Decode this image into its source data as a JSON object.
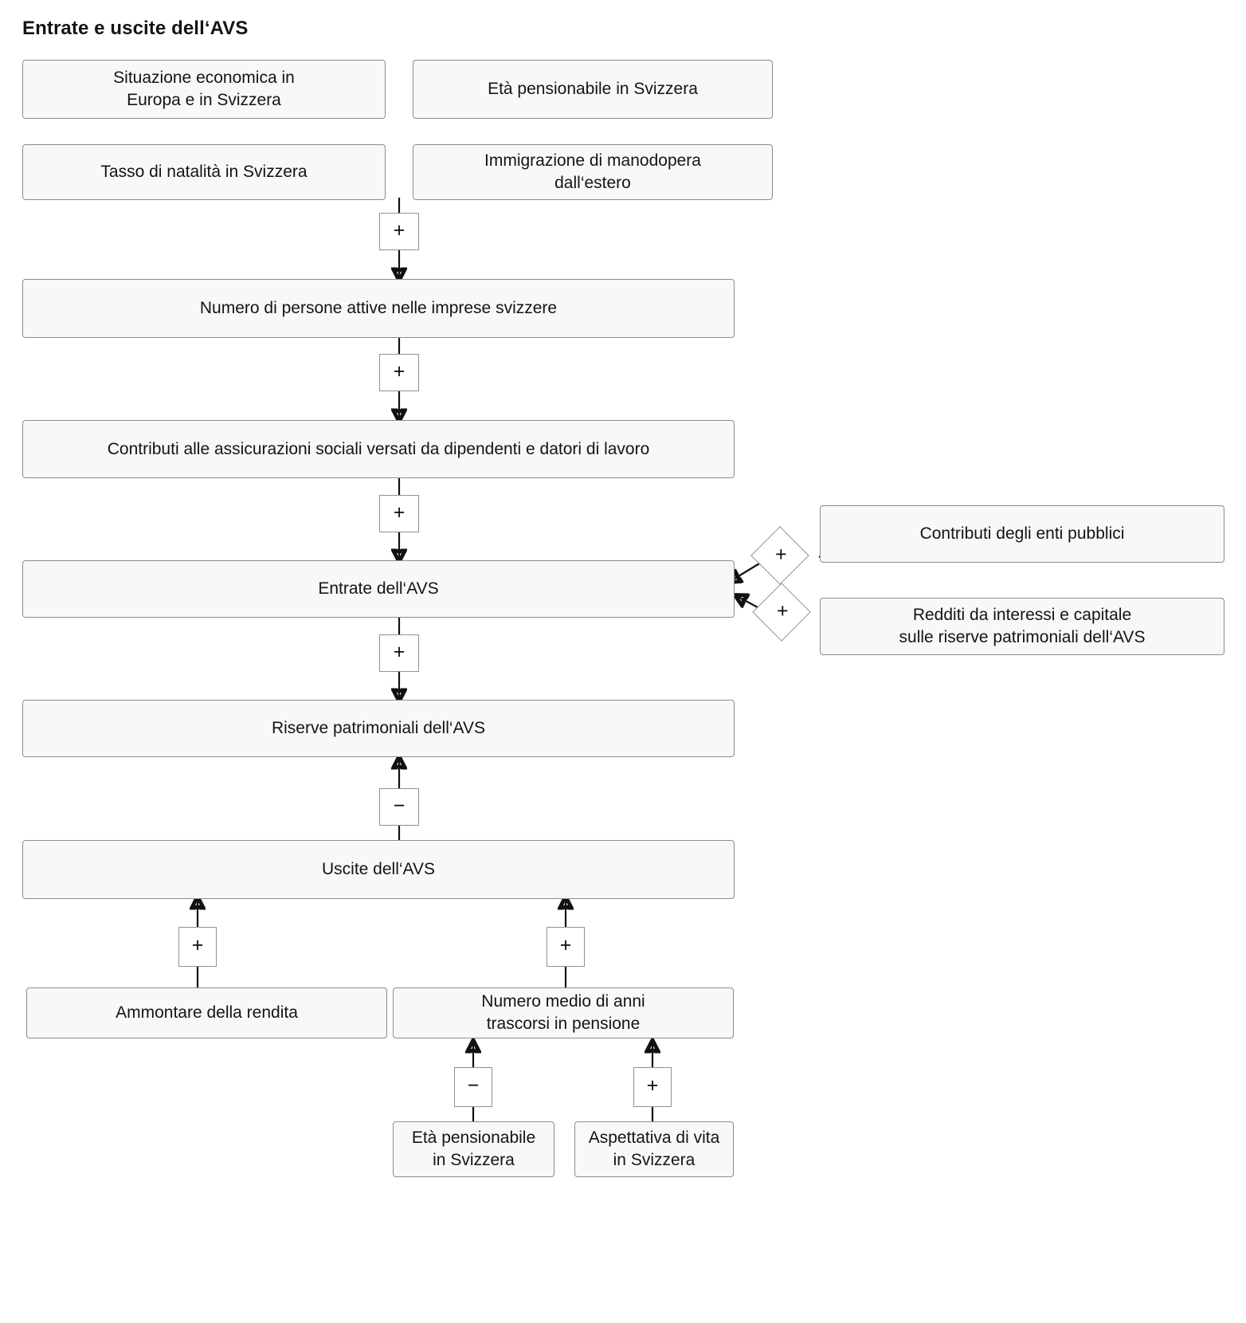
{
  "title": "Entrate e uscite dell‘AVS",
  "diagram": {
    "type": "causal-loop-flow-diagram",
    "nodes": [
      {
        "id": "situazione-economica",
        "label": "Situazione economica in\nEuropa e in Svizzera"
      },
      {
        "id": "eta-pensionabile-top",
        "label": "Età pensionabile in Svizzera"
      },
      {
        "id": "tasso-natalita",
        "label": "Tasso di natalità in Svizzera"
      },
      {
        "id": "immigrazione-manodopera",
        "label": "Immigrazione di manodopera\ndall‘estero"
      },
      {
        "id": "persone-attive",
        "label": "Numero di persone attive nelle imprese svizzere"
      },
      {
        "id": "contributi-assicurazioni",
        "label": "Contributi alle assicurazioni sociali versati da dipendenti e datori di lavoro"
      },
      {
        "id": "entrate-avs",
        "label": "Entrate dell‘AVS"
      },
      {
        "id": "riserve-patrimoniali",
        "label": "Riserve patrimoniali dell‘AVS"
      },
      {
        "id": "uscite-avs",
        "label": "Uscite dell‘AVS"
      },
      {
        "id": "contributi-enti-pubblici",
        "label": "Contributi degli enti pubblici"
      },
      {
        "id": "redditi-interessi",
        "label": "Redditi da interessi e capitale\nsulle riserve patrimoniali dell‘AVS"
      },
      {
        "id": "ammontare-rendita",
        "label": "Ammontare della rendita"
      },
      {
        "id": "anni-pensione",
        "label": "Numero medio di anni\ntrascorsi in pensione"
      },
      {
        "id": "eta-pensionabile-bottom",
        "label": "Età pensionabile\nin Svizzera"
      },
      {
        "id": "aspettativa-vita",
        "label": "Aspettativa di vita\nin Svizzera"
      }
    ],
    "operators": [
      {
        "id": "op-1",
        "sign": "+",
        "shape": "square",
        "from": "tasso-natalita, immigrazione-manodopera",
        "to": "persone-attive"
      },
      {
        "id": "op-2",
        "sign": "+",
        "shape": "square",
        "from": "persone-attive",
        "to": "contributi-assicurazioni"
      },
      {
        "id": "op-3",
        "sign": "+",
        "shape": "square",
        "from": "contributi-assicurazioni",
        "to": "entrate-avs"
      },
      {
        "id": "op-4",
        "sign": "+",
        "shape": "diamond",
        "from": "contributi-enti-pubblici",
        "to": "entrate-avs"
      },
      {
        "id": "op-5",
        "sign": "+",
        "shape": "diamond",
        "from": "redditi-interessi",
        "to": "entrate-avs"
      },
      {
        "id": "op-6",
        "sign": "+",
        "shape": "square",
        "from": "entrate-avs",
        "to": "riserve-patrimoniali"
      },
      {
        "id": "op-7",
        "sign": "−",
        "shape": "square",
        "from": "uscite-avs",
        "to": "riserve-patrimoniali"
      },
      {
        "id": "op-8",
        "sign": "+",
        "shape": "square",
        "from": "ammontare-rendita",
        "to": "uscite-avs"
      },
      {
        "id": "op-9",
        "sign": "+",
        "shape": "square",
        "from": "anni-pensione",
        "to": "uscite-avs"
      },
      {
        "id": "op-10",
        "sign": "−",
        "shape": "square",
        "from": "eta-pensionabile-bottom",
        "to": "anni-pensione"
      },
      {
        "id": "op-11",
        "sign": "+",
        "shape": "square",
        "from": "aspettativa-vita",
        "to": "anni-pensione"
      }
    ],
    "colors": {
      "node_fill": "#f7f8f8",
      "node_border": "#8a8d8f",
      "operator_fill": "#ffffff",
      "operator_border": "#8e9193",
      "edge": "#111111",
      "text": "#141414",
      "background": "#ffffff"
    }
  }
}
